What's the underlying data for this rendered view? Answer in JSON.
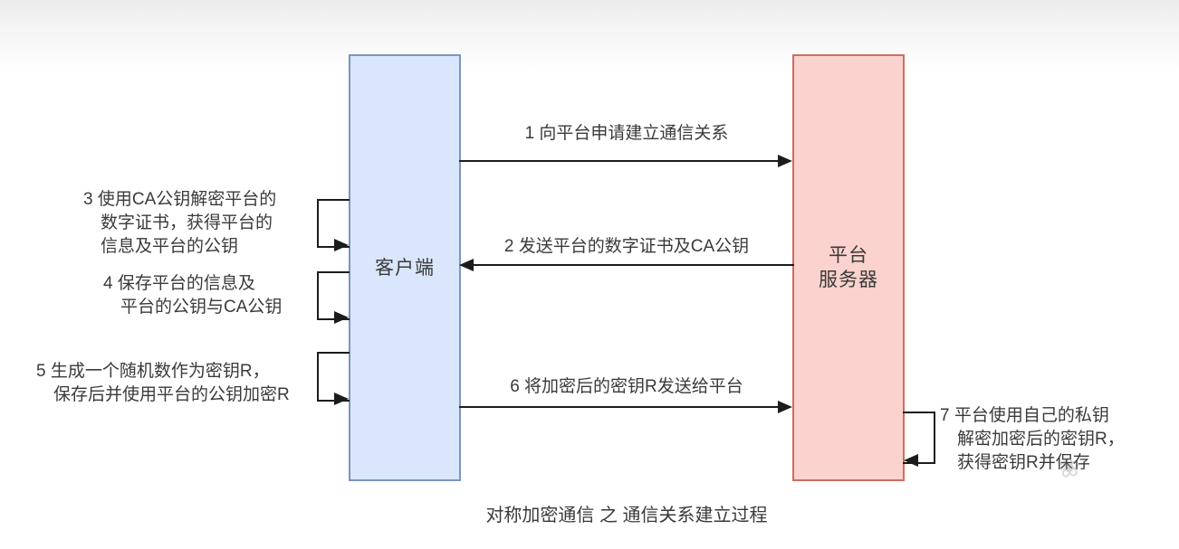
{
  "title": "对称加密通信 之 通信关系建立过程",
  "actors": {
    "client": {
      "label": "客户端"
    },
    "server": {
      "label_line1": "平台",
      "label_line2": "服务器"
    }
  },
  "messages": {
    "m1": {
      "label": "1 向平台申请建立通信关系",
      "direction": "client-to-server"
    },
    "m2": {
      "label": "2 发送平台的数字证书及CA公钥",
      "direction": "server-to-client"
    },
    "m6": {
      "label": "6 将加密后的密钥R发送给平台",
      "direction": "client-to-server"
    }
  },
  "annotations": {
    "step3": {
      "lines": [
        "3 使用CA公钥解密平台的",
        "数字证书，获得平台的",
        "信息及平台的公钥"
      ]
    },
    "step4": {
      "lines": [
        "4 保存平台的信息及",
        "平台的公钥与CA公钥"
      ]
    },
    "step5": {
      "lines": [
        "5 生成一个随机数作为密钥R，",
        "保存后并使用平台的公钥加密R"
      ]
    },
    "step7": {
      "lines": [
        "7 平台使用自己的私钥",
        "解密加密后的密钥R，",
        "获得密钥R并保存"
      ]
    }
  },
  "watermark": {
    "glyph": "❀"
  },
  "colors": {
    "client_fill": "#d9e6fb",
    "client_border": "#7d95c1",
    "server_fill": "#fbd2cd",
    "server_border": "#c96f63",
    "arrow": "#1c1c1c"
  }
}
